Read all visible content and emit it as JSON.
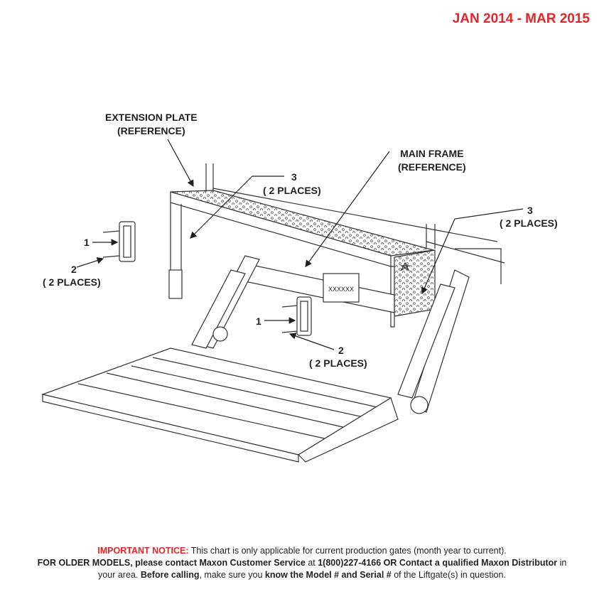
{
  "header": {
    "date_range": "JAN 2014 - MAR 2015"
  },
  "callouts": {
    "extension_plate": {
      "line1": "EXTENSION PLATE",
      "line2": "(REFERENCE)"
    },
    "main_frame": {
      "line1": "MAIN FRAME",
      "line2": "(REFERENCE)"
    },
    "item3_top": {
      "num": "3",
      "places": "( 2 PLACES)"
    },
    "item3_right": {
      "num": "3",
      "places": "( 2 PLACES)"
    },
    "item1_left": {
      "num": "1"
    },
    "item2_left": {
      "num": "2",
      "places": "( 2 PLACES)"
    },
    "item1_center": {
      "num": "1"
    },
    "item2_center": {
      "num": "2",
      "places": "( 2 PLACES)"
    },
    "plate_text": "XXXXXX"
  },
  "notice": {
    "prefix": "IMPORTANT NOTICE:",
    "line1_rest": " This chart is only applicable for current production gates (month year to current).",
    "older_models": "FOR OLDER MODELS, please contact Maxon Customer Service",
    "at": " at ",
    "phone": "1(800)227-4166 OR Contact a qualified Maxon Distributor",
    "in_area": " in your area. ",
    "before": "Before calling",
    "make_sure": ", make sure you ",
    "know": "know the Model # and Serial #",
    "tail": " of the Liftgate(s) in question."
  },
  "colors": {
    "accent_red": "#e3262a",
    "ink": "#231f20"
  }
}
